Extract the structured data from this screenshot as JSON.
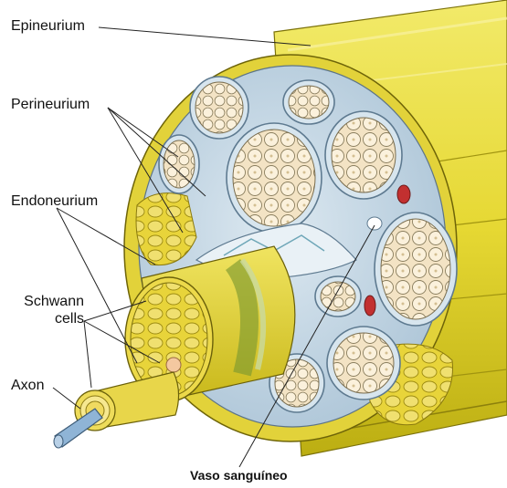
{
  "labels": {
    "epineurium": "Epineurium",
    "perineurium": "Perineurium",
    "endoneurium": "Endoneurium",
    "schwann_line1": "Schwann",
    "schwann_line2": "cells",
    "axon": "Axon",
    "vessel": "Vaso sanguíneo"
  },
  "colors": {
    "epineurium_yellow": "#e8dc3a",
    "epineurium_shadow": "#b8ac10",
    "perineurium_blue": "#c8dbe8",
    "fascicle_fill": "#f3e3c4",
    "axon_cell": "#f6ead0",
    "vessel_red": "#c23030",
    "axon_blue": "#8fb4d6",
    "sheath_green": "#8dbb3a"
  }
}
